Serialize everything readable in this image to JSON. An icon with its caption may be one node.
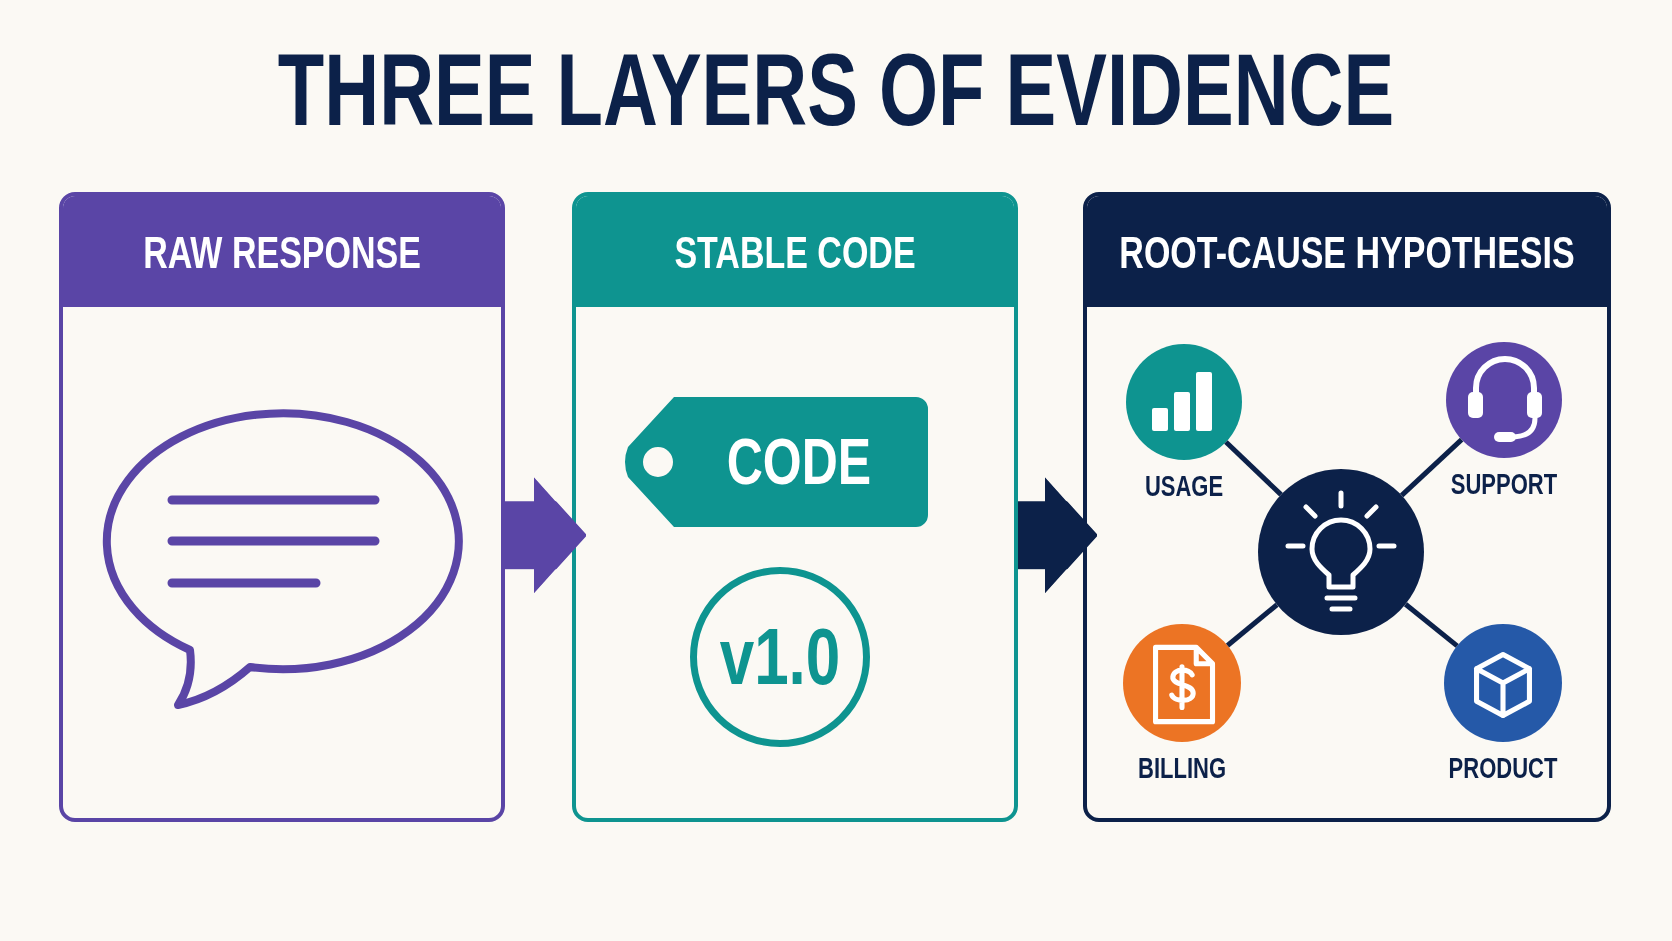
{
  "diagram": {
    "title": "THREE LAYERS OF EVIDENCE",
    "nodes": [
      {
        "text": [
          "RAW RESPONSE"
        ]
      },
      {
        "text": [],
        "shape": "picture",
        "in": 0
      },
      {
        "text": [
          "STABLE CODE"
        ]
      },
      {
        "text": [
          "CODE"
        ],
        "in": 2
      },
      {
        "text": [
          "v1.0"
        ],
        "in": 2
      },
      {
        "text": [
          "ROOT-CAUSE HYPOTHESIS"
        ]
      },
      {
        "text": [
          "USAGE"
        ],
        "in": 5
      },
      {
        "text": [
          "SUPPORT"
        ],
        "in": 5
      },
      {
        "text": [],
        "shape": "circle",
        "in": 5
      },
      {
        "text": [
          "BILLING"
        ],
        "in": 5
      },
      {
        "text": [
          "PRODUCT"
        ],
        "in": 5
      }
    ],
    "edges": [
      {
        "from": 0,
        "to": 2,
        "arrow": "to",
        "style": "thick",
        "color": "#5a45a6"
      },
      {
        "from": 2,
        "to": 5,
        "arrow": "to",
        "style": "thick"
      },
      {
        "from": 8,
        "to": 6,
        "arrow": "none"
      },
      {
        "from": 8,
        "to": 7,
        "arrow": "none"
      },
      {
        "from": 8,
        "to": 9,
        "arrow": "none"
      },
      {
        "from": 8,
        "to": 10,
        "arrow": "none"
      }
    ]
  }
}
